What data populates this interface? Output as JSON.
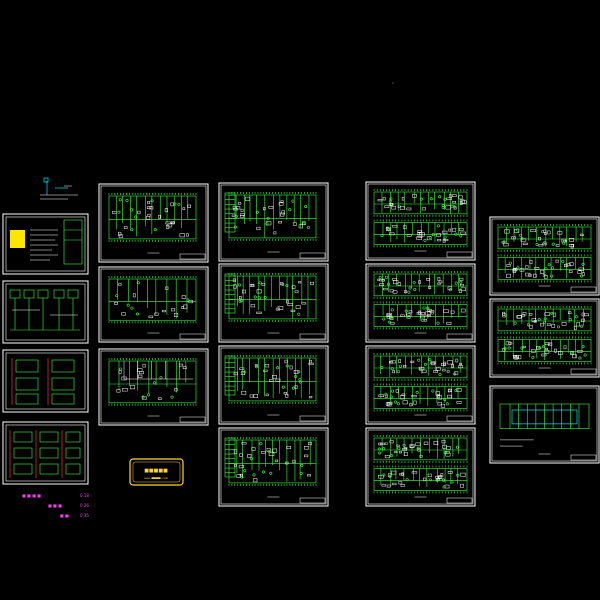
{
  "viewer": {
    "background": "#000000",
    "accent_green": "#39ff3c",
    "accent_magenta": "#ff39ff",
    "accent_yellow": "#ffd23c",
    "frame_color": "#ffffff"
  },
  "legend": {
    "rows": [
      {
        "label": "■ ■ ■ ■",
        "value": "0.18"
      },
      {
        "label": "■ ■ ■",
        "value": "0.26"
      },
      {
        "label": "■ ■",
        "value": "0.35"
      }
    ]
  },
  "stamp": {
    "title": "■■■■■",
    "subtitle": "www.■■■■■.com"
  },
  "icons": {
    "title_sheet": "drawing-legend-icon",
    "sheet": "cad-drawing-sheet-icon"
  }
}
